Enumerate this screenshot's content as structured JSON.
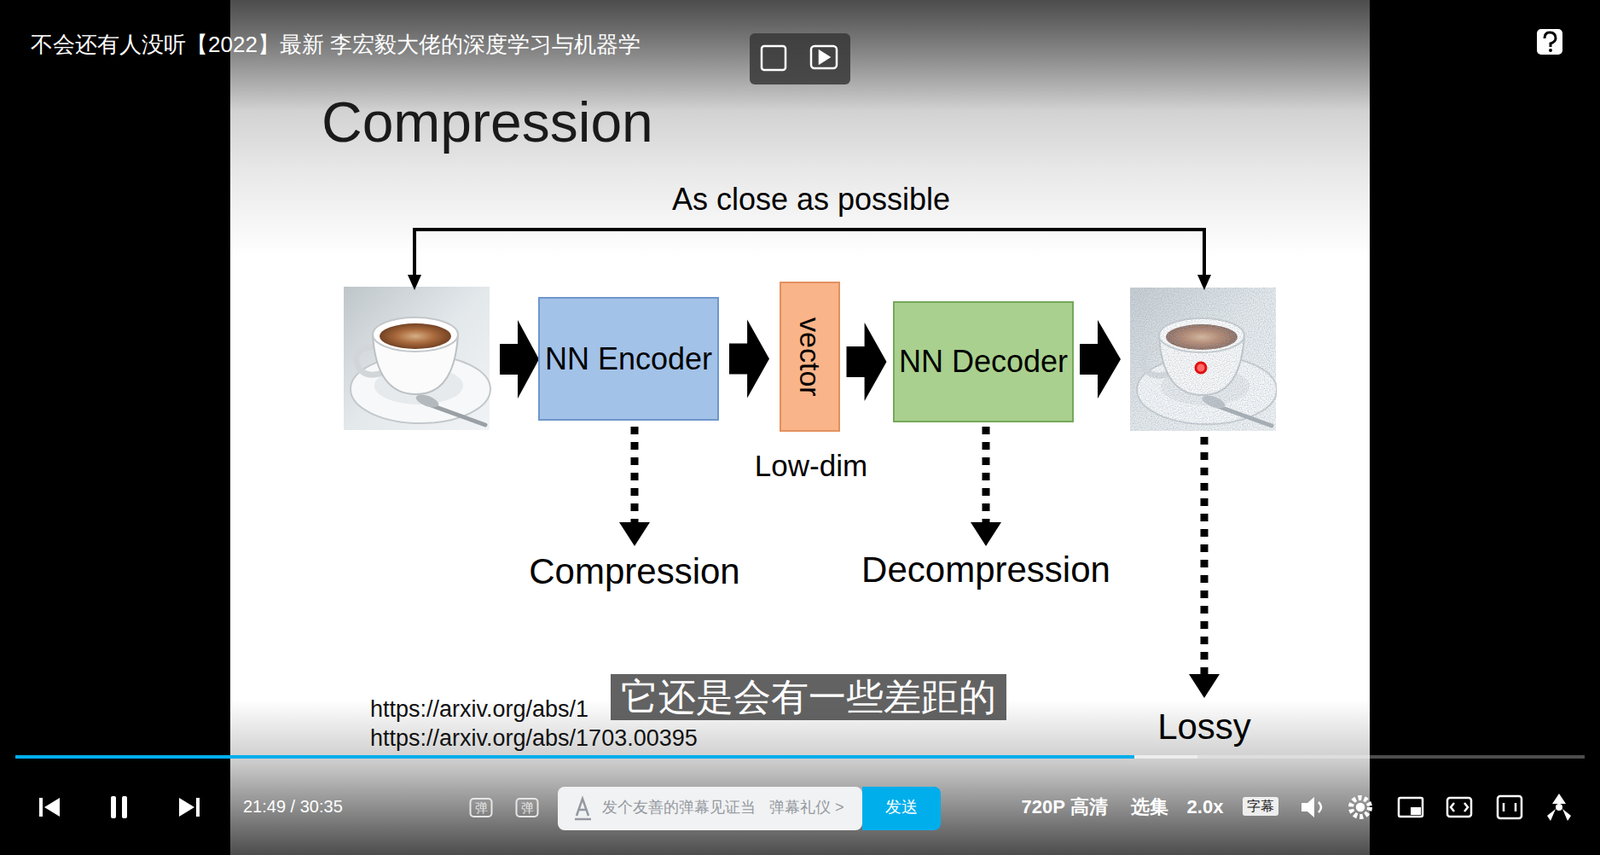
{
  "diagram": {
    "title": "Compression",
    "nodes": [
      {
        "text": [
          "NN Encoder"
        ]
      },
      {
        "text": [
          "vector"
        ]
      },
      {
        "text": [
          "NN Decoder"
        ]
      }
    ],
    "edges": [
      {
        "from": 0,
        "to": 1,
        "arrow": "to"
      },
      {
        "from": 1,
        "to": 2,
        "arrow": "to"
      }
    ],
    "labels": [
      "As close as possible",
      "Low-dim",
      "Compression",
      "Decompression",
      "Lossy",
      "https://arxiv.org/abs/1",
      "https://arxiv.org/abs/1703.00395",
      "它还是会有一些差距的",
      "不会还有人没听【2022】最新 李宏毅大佬的深度学习与机器学",
      "21:49 / 30:35",
      "弹",
      "弹",
      "发个友善的弹幕见证当",
      "弹幕礼仪 >",
      "发送",
      "720P 高清",
      "选集",
      "2.0x",
      "字幕"
    ]
  }
}
